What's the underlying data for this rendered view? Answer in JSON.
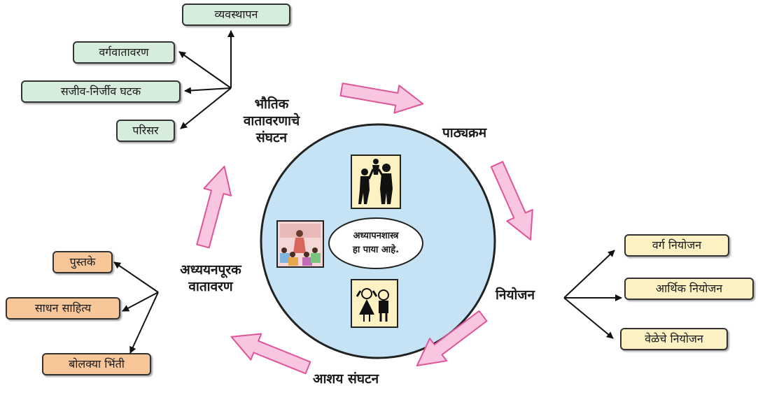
{
  "center": {
    "line1": "अध्यापनशास्त्र",
    "line2": "हा पाया आहे."
  },
  "nodes": {
    "physical": {
      "line1": "भौतिक",
      "line2": "वातावरणाचे",
      "line3": "संघटन"
    },
    "curriculum": "पाठ्यक्रम",
    "planning": "नियोजन",
    "content": "आशय संघटन",
    "supplementary": {
      "line1": "अध्ययनपूरक",
      "line2": "वातावरण"
    }
  },
  "physical_items": [
    "व्यवस्थापन",
    "वर्गवातावरण",
    "सजीव-निर्जीव घटक",
    "परिसर"
  ],
  "planning_items": [
    "वर्ग नियोजन",
    "आर्थिक नियोजन",
    "वेळेचे नियोजन"
  ],
  "supplementary_items": [
    "पुस्तके",
    "साधन साहित्य",
    "बोलक्या भिंती"
  ],
  "icons": [
    "family-icon",
    "classroom-icon",
    "children-icon"
  ],
  "colors": {
    "circle_fill": "#c5e3f5",
    "cycle_arrow_fill": "#f8c6e0",
    "cycle_arrow_stroke": "#e0559a",
    "green_box": "#d6ecdc",
    "orange_box": "#f7c79a",
    "yellow_box": "#fbf1c3",
    "icon_panel": "#fbf1c3"
  }
}
